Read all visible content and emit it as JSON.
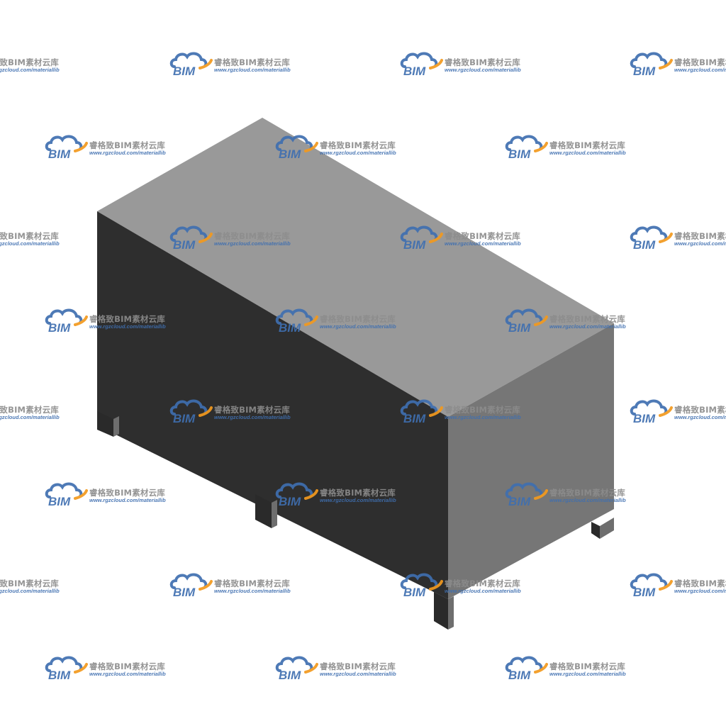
{
  "watermark": {
    "logo_text": "BIM",
    "brand_text": "睿格致BIM素材云库",
    "url_text": "www.rgzcloud.com/materiallib",
    "logo_color": "#3f6fb0",
    "accent_color": "#f39a1e",
    "text_color": "#8c8c8c"
  },
  "model": {
    "subject": "box-cabinet-on-legs",
    "colors": {
      "top_face": "#999999",
      "front_face": "#2e2e2e",
      "side_face": "#767676",
      "leg_front": "#2a2a2a",
      "leg_side": "#6e6e6e"
    }
  }
}
